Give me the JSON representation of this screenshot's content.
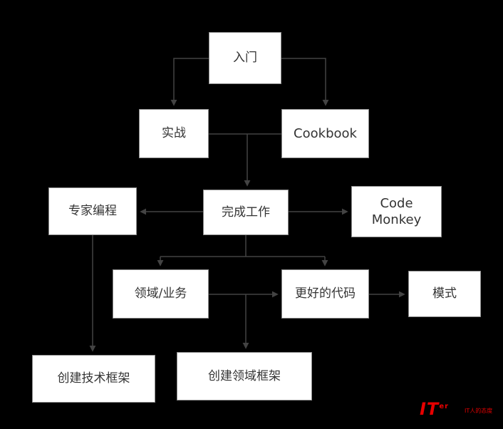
{
  "diagram": {
    "type": "flowchart",
    "background": "#000000",
    "nodes": {
      "getting_started": {
        "label": "入门"
      },
      "practice": {
        "label": "实战"
      },
      "cookbook": {
        "label": "Cookbook"
      },
      "expert_programming": {
        "label": "专家编程"
      },
      "get_things_done": {
        "label": "完成工作"
      },
      "code_monkey": {
        "label": "Code Monkey"
      },
      "domain_business": {
        "label": "领域/业务"
      },
      "better_code": {
        "label": "更好的代码"
      },
      "patterns": {
        "label": "模式"
      },
      "create_technical_framework": {
        "label": "创建技术框架"
      },
      "create_domain_framework": {
        "label": "创建领域框架"
      }
    },
    "edges": [
      {
        "from": "入门",
        "to": "实战"
      },
      {
        "from": "入门",
        "to": "Cookbook"
      },
      {
        "from": "实战",
        "to": "Cookbook"
      },
      {
        "from": "实战/Cookbook",
        "to": "完成工作"
      },
      {
        "from": "完成工作",
        "to": "专家编程"
      },
      {
        "from": "完成工作",
        "to": "Code Monkey"
      },
      {
        "from": "完成工作",
        "to": "领域/业务"
      },
      {
        "from": "完成工作",
        "to": "更好的代码"
      },
      {
        "from": "领域/业务",
        "to": "更好的代码"
      },
      {
        "from": "更好的代码",
        "to": "模式"
      },
      {
        "from": "专家编程",
        "to": "创建技术框架"
      },
      {
        "from": "领域/业务",
        "to": "创建领域框架"
      }
    ],
    "colors": {
      "node_fill": "#ffffff",
      "node_border": "#8c8c8c",
      "node_text": "#333333",
      "connector": "#434343",
      "watermark_red": "#e60000"
    }
  },
  "watermark": {
    "logo": "IT",
    "logo_suffix": "er",
    "tagline": "IT人的态度"
  }
}
